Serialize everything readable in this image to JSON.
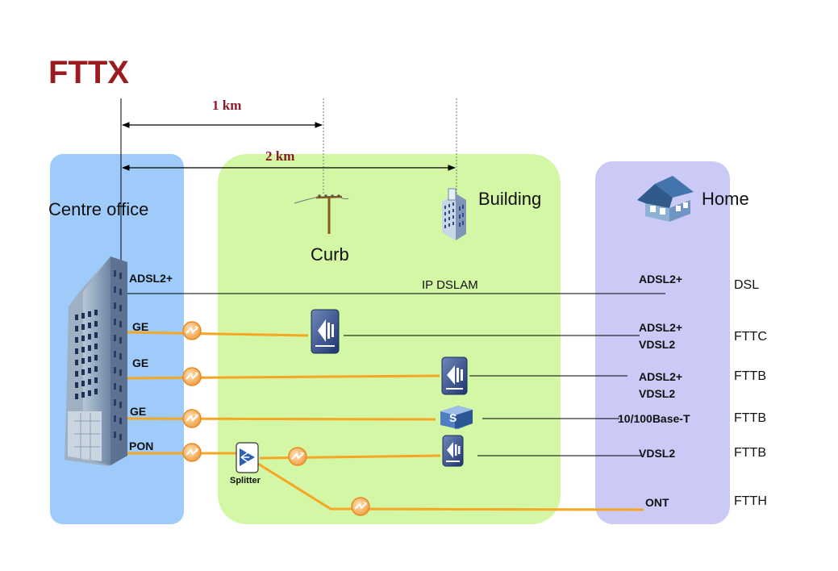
{
  "title": "FTTX",
  "distances": {
    "d1": "1 km",
    "d2": "2 km"
  },
  "zones": {
    "centre_office": "Centre office",
    "curb": "Curb",
    "building": "Building",
    "home": "Home"
  },
  "left_ports": [
    "ADSL2+",
    "GE",
    "GE",
    "GE",
    "PON"
  ],
  "ip_dslam_label": "IP DSLAM",
  "splitter_label": "Splitter",
  "switch_letter": "S",
  "home_tech": [
    "ADSL2+",
    "ADSL2+",
    "VDSL2",
    "ADSL2+",
    "VDSL2",
    "10/100Base-T",
    "VDSL2",
    "ONT"
  ],
  "types": [
    "DSL",
    "FTTC",
    "FTTB",
    "FTTB",
    "FTTB",
    "FTTH"
  ],
  "colors": {
    "title": "#9b1b1f",
    "distance_label": "#8b1a2b",
    "centre_office_zone": "#9ecbf9",
    "access_zone": "#d3f7a4",
    "home_zone": "#cbcaf7",
    "fiber": "#f5a623",
    "copper": "#000000"
  },
  "icons": [
    "office-tower-icon",
    "utility-pole-icon",
    "building-icon",
    "house-icon",
    "dslam-icon",
    "ethernet-switch-icon",
    "splitter-icon",
    "fiber-node-icon"
  ]
}
